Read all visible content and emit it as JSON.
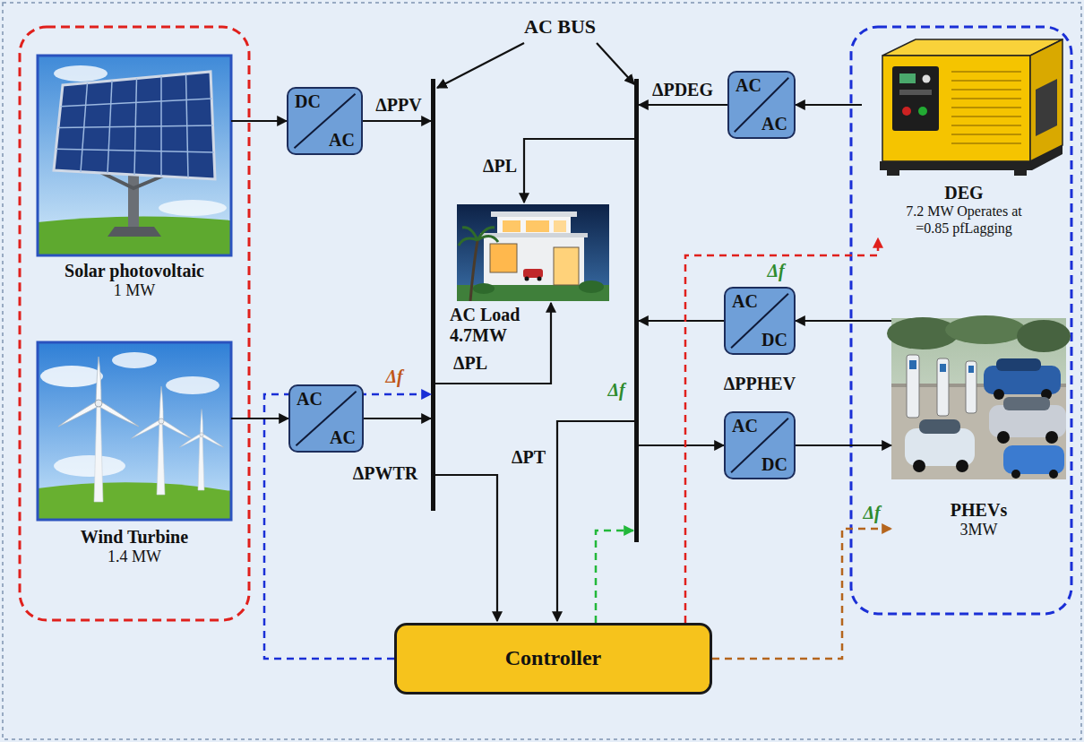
{
  "diagram": {
    "nodes": [
      {
        "text": [
          "Solar photovoltaic",
          "1 MW"
        ]
      },
      {
        "text": [
          "DC",
          "AC"
        ]
      },
      {
        "text": [
          "Wind Turbine",
          "1.4 MW"
        ]
      },
      {
        "text": [
          "AC",
          "AC"
        ]
      },
      {
        "text": [
          "AC Load",
          "4.7MW"
        ]
      },
      {
        "text": [
          "AC",
          "AC"
        ]
      },
      {
        "text": [
          "DEG",
          "7.2 MW Operates at =0.85 pfLagging"
        ]
      },
      {
        "text": [
          "AC",
          "DC"
        ]
      },
      {
        "text": [
          "PHEVs",
          "3MW"
        ]
      },
      {
        "text": [
          "AC",
          "DC"
        ]
      },
      {
        "text": [
          "Controller"
        ]
      }
    ],
    "edges": [
      {
        "from": 0,
        "to": 1,
        "arrow": "to"
      },
      {
        "from": 2,
        "to": 3,
        "arrow": "to"
      },
      {
        "from": 6,
        "to": 5,
        "arrow": "to"
      },
      {
        "from": 8,
        "to": 7,
        "arrow": "to"
      },
      {
        "from": 9,
        "to": 8,
        "arrow": "to"
      },
      {
        "from": 10,
        "to": 6,
        "arrow": "to"
      },
      {
        "from": 10,
        "to": 8,
        "arrow": "to"
      }
    ],
    "labels": [
      "AC BUS",
      "ΔPPV",
      "ΔPDEG",
      "ΔPL",
      "ΔPL",
      "Δf",
      "ΔPPHEV",
      "Δf",
      "Δf",
      "ΔPWTR",
      "ΔPT",
      "Δf"
    ]
  }
}
